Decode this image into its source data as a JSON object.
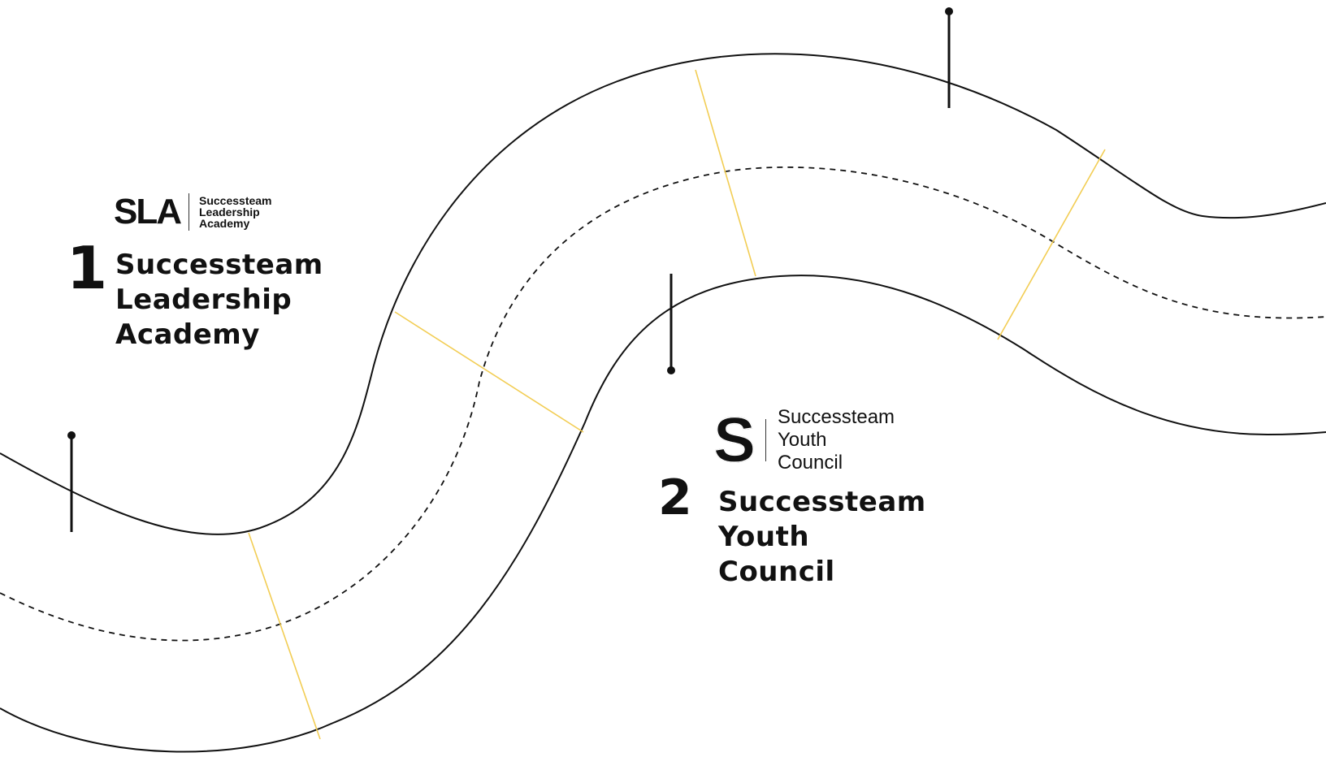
{
  "colors": {
    "road_edge": "#111111",
    "center_line": "#111111",
    "rungs": "#f2cd54",
    "marker": "#111111",
    "background": "#ffffff"
  },
  "stages": [
    {
      "number": "1",
      "logo_mark": "SLA",
      "logo_text": [
        "Successteam",
        "Leadership",
        "Academy"
      ],
      "title": [
        "Successteam",
        "Leadership",
        "Academy"
      ]
    },
    {
      "number": "2",
      "logo_mark": "S",
      "logo_text": [
        "Successteam",
        "Youth Council"
      ],
      "title": [
        "Successteam",
        "Youth Council"
      ]
    }
  ]
}
